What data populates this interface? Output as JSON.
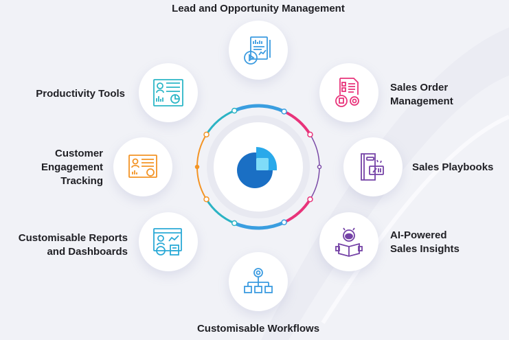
{
  "center_logo": "dynamics-365-sales-logo",
  "items": [
    {
      "label": "Lead and Opportunity Management",
      "icon": "report-stopwatch-icon",
      "color": "#3b9be0"
    },
    {
      "label": "Sales Order Management",
      "line1": "Sales Order",
      "line2": "Management",
      "icon": "checklist-gear-icon",
      "color": "#e8337a"
    },
    {
      "label": "Sales Playbooks",
      "icon": "playbook-discount-icon",
      "color": "#7442a6"
    },
    {
      "label": "AI-Powered Sales Insights",
      "line1": "AI-Powered",
      "line2": "Sales Insights",
      "icon": "robot-reading-icon",
      "color": "#7442a6"
    },
    {
      "label": "Customisable Workflows",
      "icon": "workflow-gear-icon",
      "color": "#3b9be0"
    },
    {
      "label": "Customisable Reports and Dashboards",
      "line1": "Customisable Reports",
      "line2": "and Dashboards",
      "icon": "dashboard-browser-icon",
      "color": "#2aa9d6"
    },
    {
      "label": "Customer Engagement Tracking",
      "line1": "Customer",
      "line2": "Engagement",
      "line3": "Tracking",
      "icon": "engagement-dashboard-icon",
      "color": "#f39425"
    },
    {
      "label": "Productivity Tools",
      "icon": "productivity-dashboard-icon",
      "color": "#2bb6c6"
    }
  ],
  "ring_colors": {
    "blue": "#3a9ee0",
    "pink": "#e8337a",
    "purple": "#7a4aa6",
    "teal": "#2bb3c4",
    "orange": "#f39425"
  }
}
